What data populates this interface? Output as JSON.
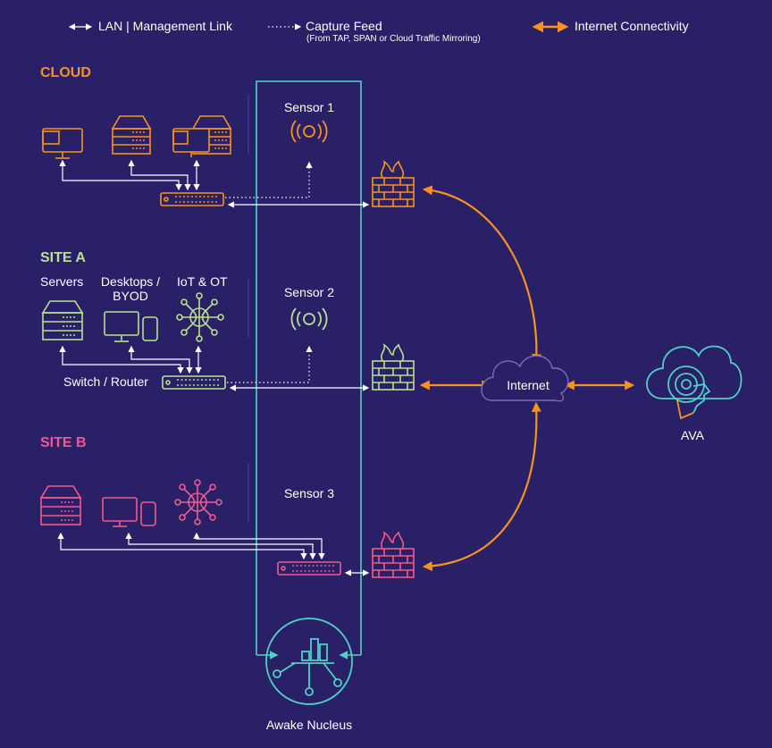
{
  "legend": {
    "lan": "LAN | Management Link",
    "capture": "Capture Feed",
    "capture_sub": "(From TAP, SPAN or Cloud Traffic Mirroring)",
    "internet": "Internet Connectivity"
  },
  "sections": {
    "cloud": "CLOUD",
    "site_a": "SITE A",
    "site_b": "SITE B"
  },
  "site_a_labels": {
    "servers": "Servers",
    "desktops": "Desktops /\nBYOD",
    "iot": "IoT & OT",
    "switch": "Switch / Router"
  },
  "sensors": [
    "Sensor 1",
    "Sensor 2",
    "Sensor 3"
  ],
  "internet": "Internet",
  "ava": "AVA",
  "nucleus": "Awake Nucleus",
  "colors": {
    "background": "#2a2068",
    "cloud": "#f7931e",
    "site_a": "#b9e28c",
    "site_b": "#f05a8c",
    "teal": "#4fd1c5",
    "white": "#ffffff",
    "internet_link": "#f7931e"
  }
}
